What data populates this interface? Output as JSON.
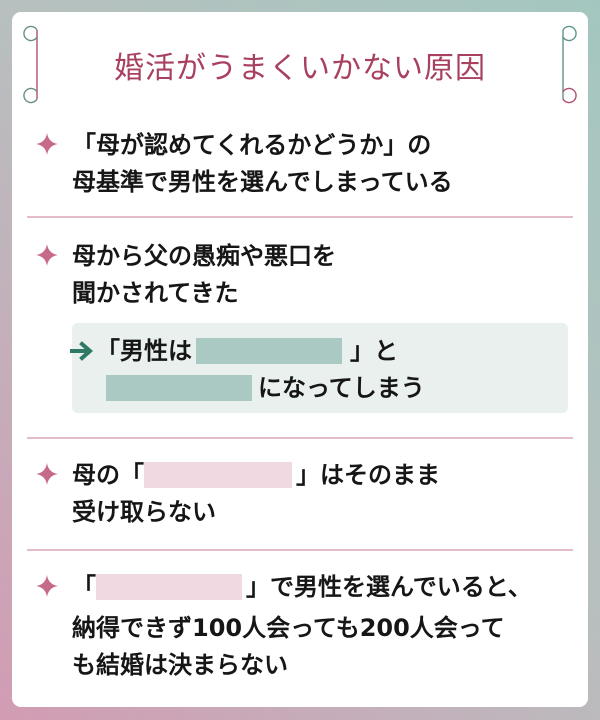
{
  "title": "婚活がうまくいかない原因",
  "colors": {
    "title": "#a8405f",
    "star": "#c66a8a",
    "divider": "#e3bcc8",
    "teal_blank": "#a9c9c2",
    "pink_blank": "#f0d9e1",
    "teal_box": "#eaf0ee",
    "arrow": "#2f7a66"
  },
  "icons": {
    "bullet": "sparkle-star-icon",
    "arrow": "right-arrow-icon"
  },
  "sections": [
    {
      "lines": [
        "「母が認めてくれるかどうか」の",
        "母基準で男性を選んでしまっている"
      ]
    },
    {
      "lines": [
        "母から父の愚痴や悪口を",
        "聞かされてきた"
      ],
      "callout": {
        "line1_prefix": "「男性は",
        "line1_suffix": "」と",
        "line2_suffix": "になってしまう"
      }
    },
    {
      "line1_prefix": "母の「",
      "line1_suffix": "」はそのまま",
      "line2": "受け取らない"
    },
    {
      "line1_prefix": "「",
      "line1_suffix": "」で男性を選んでいると、",
      "line2": "納得できず100人会っても200人会って",
      "line3": "も結婚は決まらない"
    }
  ]
}
